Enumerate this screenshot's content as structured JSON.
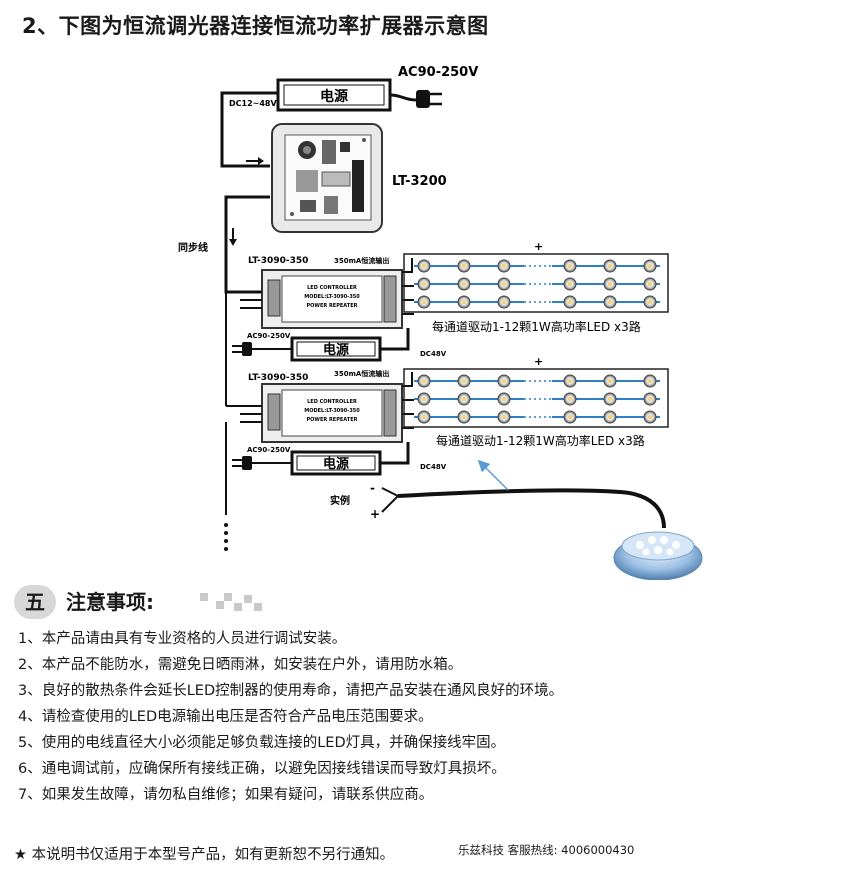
{
  "title": "2、下图为恒流调光器连接恒流功率扩展器示意图",
  "diagram": {
    "ac_input_top": "AC90-250V",
    "power_supply_label": "电源",
    "dc_label_top": "DC12~48V",
    "dimmer_model": "LT-3200",
    "sync_line_label": "同步线",
    "repeater_model": "LT-3090-350",
    "output_label": "350mA恒流输出",
    "controller_line1": "LED CONTROLLER",
    "controller_line2": "MODEL:LT-3090-350",
    "controller_line3": "POWER REPEATER",
    "ac_input_repeater": "AC90-250V",
    "dc48_label": "DC48V",
    "led_channel_note": "每通道驱动1-12颗1W高功率LED x3路",
    "plus_sign": "+",
    "minus_sign": "-",
    "example_label": "实例"
  },
  "section": {
    "number": "五",
    "title": "注意事项:"
  },
  "notes": [
    "1、本产品请由具有专业资格的人员进行调试安装。",
    "2、本产品不能防水，需避免日晒雨淋，如安装在户外，请用防水箱。",
    "3、良好的散热条件会延长LED控制器的使用寿命，请把产品安装在通风良好的环境。",
    "4、请检查使用的LED电源输出电压是否符合产品电压范围要求。",
    "5、使用的电线直径大小必须能足够负载连接的LED灯具，并确保接线牢固。",
    "6、通电调试前，应确保所有接线正确，以避免因接线错误而导致灯具损坏。",
    "7、如果发生故障，请勿私自维修；如果有疑问，请联系供应商。"
  ],
  "footer": {
    "disclaimer": "★ 本说明书仅适用于本型号产品，如有更新恕不另行通知。",
    "hotline": "乐兹科技 客服热线: 4006000430"
  },
  "colors": {
    "led_blue": "#2f7fc2",
    "arrow_blue": "#5b9bd5",
    "lamp_blue": "#8fb8e0"
  }
}
